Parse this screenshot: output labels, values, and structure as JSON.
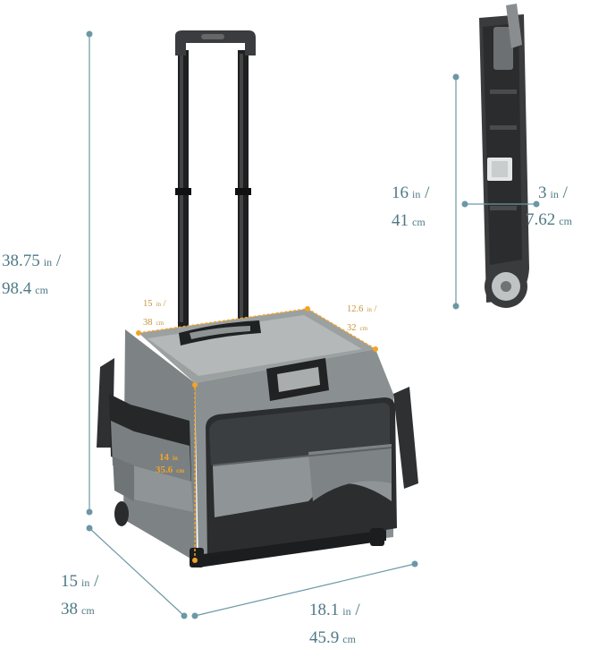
{
  "dimensions": {
    "height_total": {
      "value": "38.75",
      "unit": "in",
      "metric_value": "98.4",
      "metric_unit": "cm"
    },
    "depth": {
      "value": "15",
      "unit": "in",
      "metric_value": "38",
      "metric_unit": "cm"
    },
    "width": {
      "value": "18.1",
      "unit": "in",
      "metric_value": "45.9",
      "metric_unit": "cm"
    },
    "folded_height": {
      "value": "16",
      "unit": "in",
      "metric_value": "41",
      "metric_unit": "cm"
    },
    "folded_thickness": {
      "value": "3",
      "unit": "in",
      "metric_value": "7.62",
      "metric_unit": "cm"
    },
    "interior_length": {
      "value": "15",
      "unit": "in",
      "metric_value": "38",
      "metric_unit": "cm"
    },
    "interior_width": {
      "value": "12.6",
      "unit": "in",
      "metric_value": "32",
      "metric_unit": "cm"
    },
    "interior_height": {
      "value": "14",
      "unit": "in",
      "metric_value": "35.6",
      "metric_unit": "cm"
    }
  },
  "colors": {
    "dimension_line": "#6b98a4",
    "interior_accent": "#f2a326",
    "bag_gray": "#8a9091",
    "bag_black": "#2b2d2f"
  }
}
